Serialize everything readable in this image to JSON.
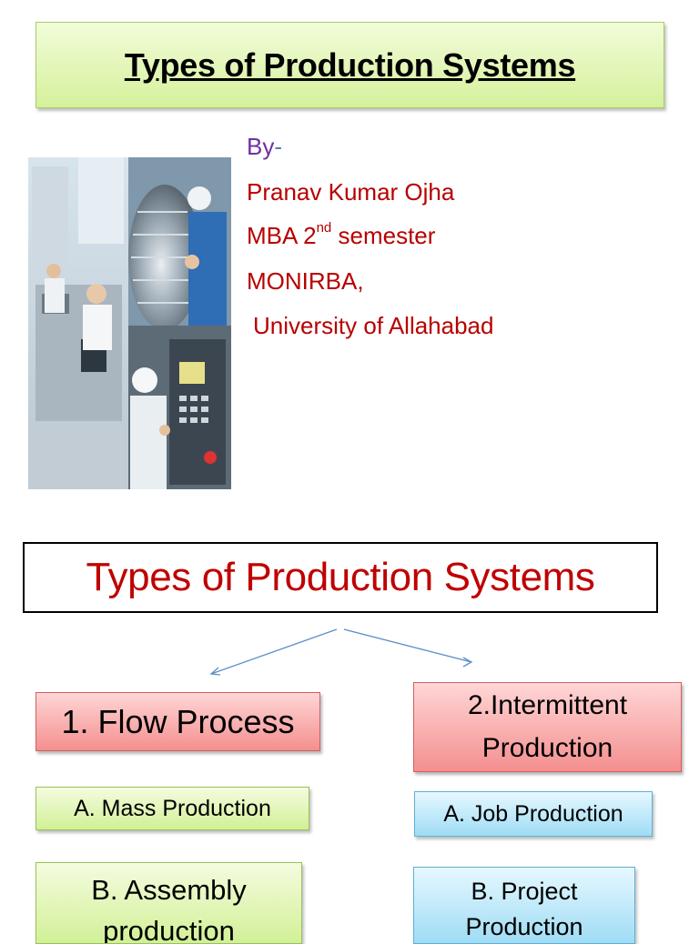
{
  "slide1": {
    "title": "Types of Production Systems",
    "author": {
      "by_prefix": "By",
      "by_dash": "-",
      "name": "Pranav Kumar Ojha",
      "program_pre": "MBA 2",
      "program_sup": "nd",
      "program_post": " semester",
      "institute": "MONIRBA,",
      "university": "University of Allahabad"
    }
  },
  "slide2": {
    "title": "Types of Production Systems",
    "flow": {
      "heading": "1. Flow Process",
      "items": [
        "A. Mass Production",
        "B. Assembly production"
      ]
    },
    "intermittent": {
      "heading_line1": "2.Intermittent",
      "heading_line2": "Production",
      "items": [
        "A. Job Production",
        "B. Project Production"
      ]
    }
  },
  "colors": {
    "author_text": "#b80000",
    "by_prefix": "#7030a0",
    "slide2_title": "#c00000",
    "arrow": "#5b8fc9"
  }
}
